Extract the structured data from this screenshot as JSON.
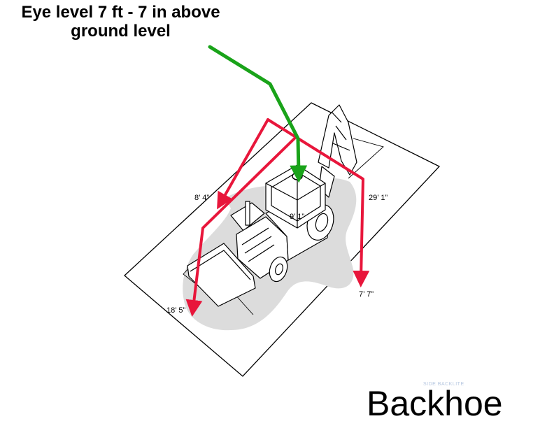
{
  "title": {
    "line1": "Eye level 7 ft - 7 in above",
    "line2": "ground level"
  },
  "measurements": {
    "left_front": "8’ 4”",
    "right_rear": "29’ 1”",
    "center": "9’ 1”",
    "right_front": "7’ 7”",
    "bottom_left": "18’ 5”"
  },
  "watermark": "SIDE BACKLITE",
  "footer": "Backhoe",
  "colors": {
    "sightline": "#19a319",
    "dimension_arrows": "#e8163b",
    "blind_zone": "#dcdcdc",
    "outline": "#000000"
  }
}
